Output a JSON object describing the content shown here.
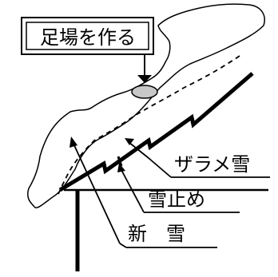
{
  "labels": {
    "scaffold": "足場を作る",
    "granular_snow": "ザラメ雪",
    "snow_stopper": "雪止め",
    "new_snow": "新　雪"
  },
  "colors": {
    "line": "#000000",
    "scaffold_fill": "#c8c8c8",
    "background": "#ffffff"
  }
}
